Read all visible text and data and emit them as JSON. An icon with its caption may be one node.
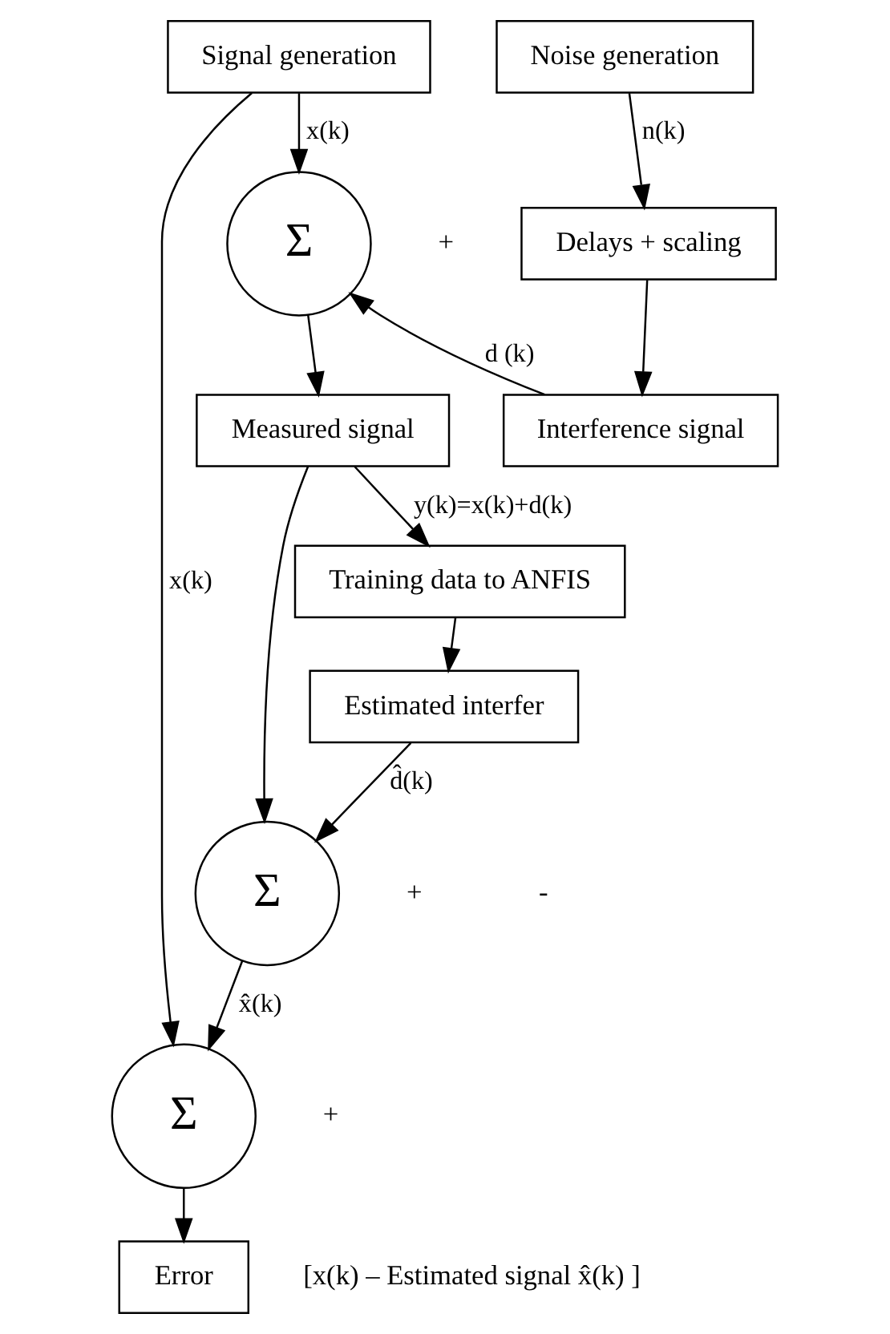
{
  "diagram": {
    "nodes": [
      {
        "text": [
          "Signal generation"
        ]
      },
      {
        "text": [
          "Noise generation"
        ]
      },
      {
        "text": [
          "Σ"
        ]
      },
      {
        "text": [
          "Delays + scaling"
        ]
      },
      {
        "text": [
          "Interference signal"
        ]
      },
      {
        "text": [
          "Measured signal"
        ]
      },
      {
        "text": [
          "Training data to ANFIS"
        ]
      },
      {
        "text": [
          "Estimated interfer"
        ]
      },
      {
        "text": [
          "Σ"
        ]
      },
      {
        "text": [
          "Σ"
        ]
      },
      {
        "text": [
          "Error"
        ],
        "beside": [
          "[x(k) – Estimated signal x̂(k) ]"
        ]
      }
    ],
    "edges": [
      {
        "from": 0,
        "to": 2,
        "arrow": "to",
        "label": "x(k)"
      },
      {
        "from": 0,
        "to": 9,
        "arrow": "to",
        "label": "x(k)"
      },
      {
        "from": 1,
        "to": 3,
        "arrow": "to",
        "label": "n(k)"
      },
      {
        "from": 3,
        "to": 4,
        "arrow": "to"
      },
      {
        "from": 4,
        "to": 2,
        "arrow": "to",
        "label": "d (k)"
      },
      {
        "from": 2,
        "to": 5,
        "arrow": "to"
      },
      {
        "from": 5,
        "to": 6,
        "arrow": "to",
        "label": "y(k)=x(k)+d(k)"
      },
      {
        "from": 5,
        "to": 8,
        "arrow": "to"
      },
      {
        "from": 6,
        "to": 7,
        "arrow": "to"
      },
      {
        "from": 7,
        "to": 8,
        "arrow": "to",
        "label": "d̂(k)"
      },
      {
        "from": 8,
        "to": 9,
        "arrow": "to",
        "label": "x̂(k)"
      },
      {
        "from": 9,
        "to": 10,
        "arrow": "to"
      }
    ],
    "labels": [
      "+",
      "-",
      "+",
      "+"
    ]
  }
}
